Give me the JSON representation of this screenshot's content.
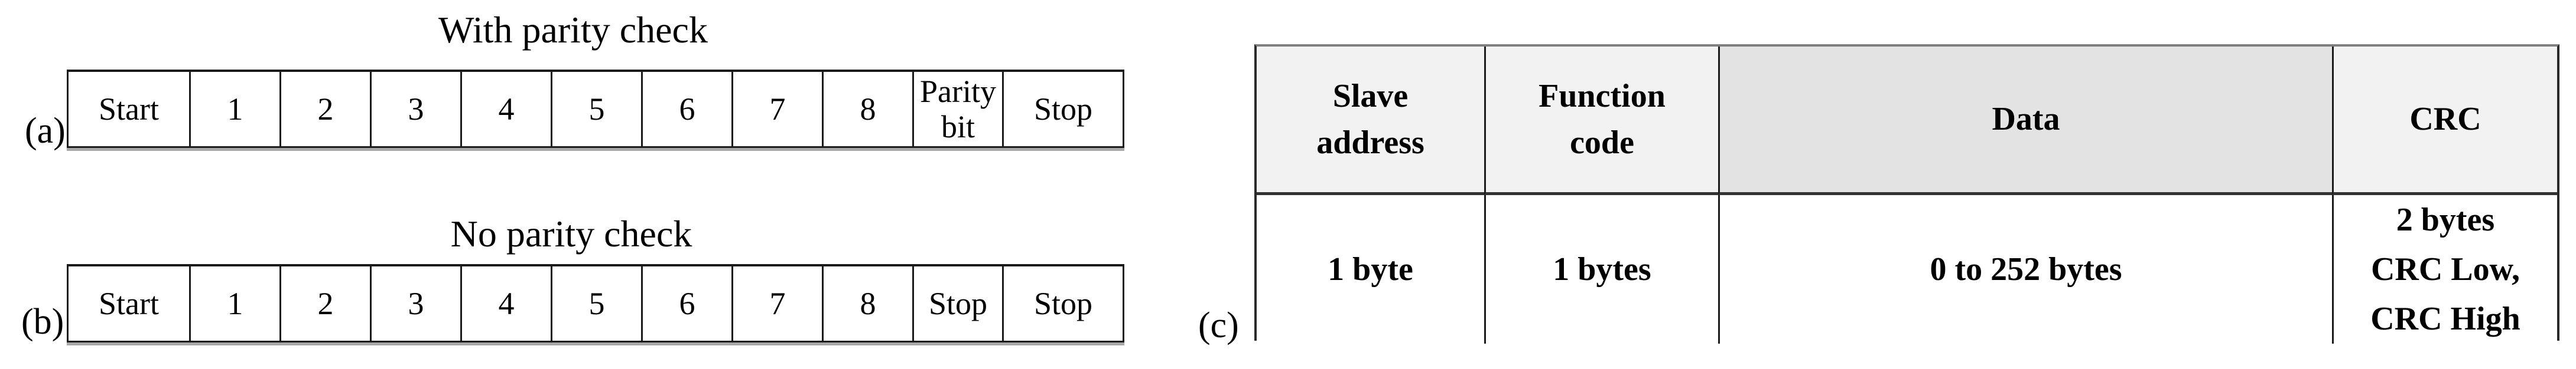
{
  "panel_a": {
    "label": "(a)",
    "title": "With parity check",
    "cells": [
      "Start",
      "1",
      "2",
      "3",
      "4",
      "5",
      "6",
      "7",
      "8",
      "Parity bit",
      "Stop"
    ]
  },
  "panel_b": {
    "label": "(b)",
    "title": "No parity check",
    "cells": [
      "Start",
      "1",
      "2",
      "3",
      "4",
      "5",
      "6",
      "7",
      "8",
      "Stop",
      "Stop"
    ]
  },
  "panel_c": {
    "label": "(c)",
    "columns": [
      {
        "header_lines": [
          "Slave",
          "address"
        ],
        "value_lines": [
          "1 byte"
        ]
      },
      {
        "header_lines": [
          "Function",
          "code"
        ],
        "value_lines": [
          "1 bytes"
        ]
      },
      {
        "header_lines": [
          "Data"
        ],
        "value_lines": [
          "0 to 252 bytes"
        ]
      },
      {
        "header_lines": [
          "CRC"
        ],
        "value_lines": [
          "2 bytes",
          "CRC Low,",
          "CRC High"
        ]
      }
    ]
  },
  "colors": {
    "background": "#ffffff",
    "text": "#000000",
    "border_dark": "#1b1b1b",
    "table_top_border_gray": "#7f7f7f",
    "row_shadow_gray": "#a8a8a8",
    "header_cell_bg": "#f2f2f2",
    "data_header_cell_bg": "#e3e3e3",
    "body_cell_bg": "#ffffff"
  }
}
